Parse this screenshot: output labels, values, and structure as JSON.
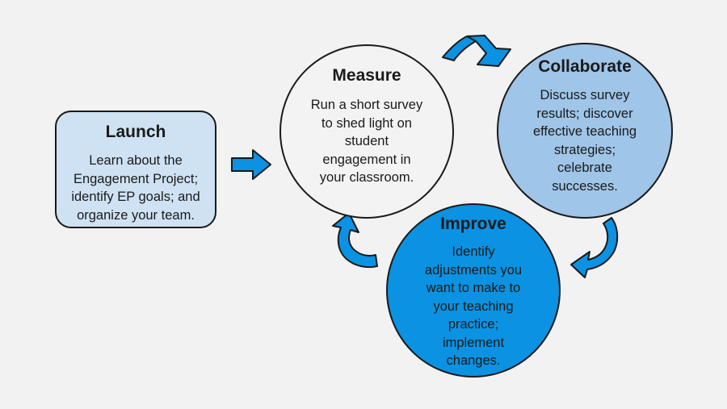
{
  "colors": {
    "background": "#f2f2f2",
    "launch_fill": "#cfe2f3",
    "measure_fill": "#f3f3f3",
    "collaborate_fill": "#9fc5e8",
    "improve_fill": "#0b92e2",
    "arrow_fill": "#0b92e2",
    "outline": "#1a1a1a"
  },
  "launch": {
    "title": "Launch",
    "lines": [
      "Learn about the",
      "Engagement Project;",
      "identify EP goals; and",
      "organize your team."
    ]
  },
  "measure": {
    "title": "Measure",
    "lines": [
      "Run a short survey",
      "to shed light on",
      "student",
      "engagement in",
      "your classroom."
    ]
  },
  "collaborate": {
    "title": "Collaborate",
    "lines": [
      "Discuss survey",
      "results; discover",
      "effective teaching",
      "strategies;",
      "celebrate",
      "successes."
    ]
  },
  "improve": {
    "title": "Improve",
    "lines": [
      "Identify",
      "adjustments you",
      "want to make to",
      "your teaching",
      "practice;",
      "implement",
      "changes."
    ]
  },
  "arrows": [
    {
      "from": "launch",
      "to": "measure",
      "icon": "right-arrow-icon"
    },
    {
      "from": "measure",
      "to": "collaborate",
      "icon": "curved-arrow-icon"
    },
    {
      "from": "collaborate",
      "to": "improve",
      "icon": "curved-arrow-icon"
    },
    {
      "from": "improve",
      "to": "measure",
      "icon": "curved-arrow-icon"
    }
  ]
}
